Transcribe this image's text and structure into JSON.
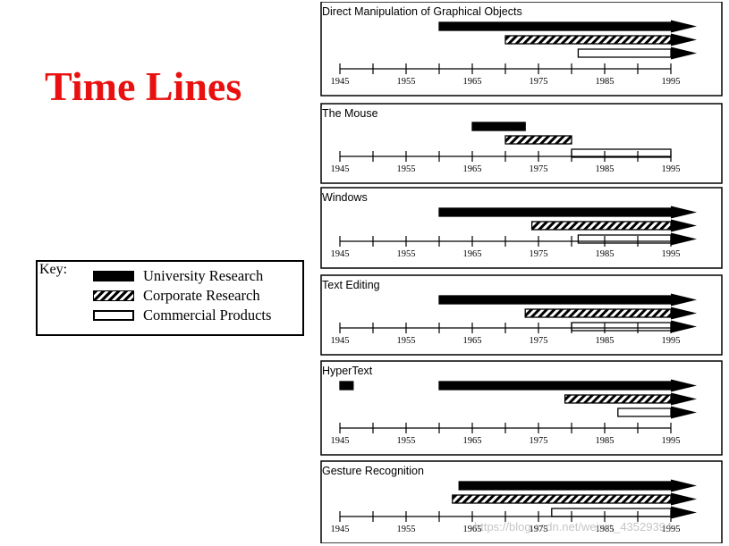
{
  "slide": {
    "title": "Time Lines"
  },
  "key": {
    "label": "Key:",
    "items": [
      {
        "label": "University Research",
        "type": "university"
      },
      {
        "label": "Corporate Research",
        "type": "corporate"
      },
      {
        "label": "Commercial Products",
        "type": "commercial"
      }
    ]
  },
  "watermark": "https://blog.csdn.net/weixin_43529394",
  "colors": {
    "title": "#e8110f",
    "university": "#000000",
    "corporate_stripe": "#000000",
    "commercial": "#ffffff"
  },
  "chart_data": [
    {
      "type": "timeline",
      "title": "Direct Manipulation of Graphical Objects",
      "xlim": [
        1945,
        1995
      ],
      "x_tick_labels": [
        "1945",
        "1955",
        "1965",
        "1975",
        "1985",
        "1995"
      ],
      "series": [
        {
          "category": "university",
          "start": 1960,
          "end": 1995,
          "continues": true
        },
        {
          "category": "corporate",
          "start": 1970,
          "end": 1995,
          "continues": true
        },
        {
          "category": "commercial",
          "start": 1981,
          "end": 1995,
          "continues": true
        }
      ]
    },
    {
      "type": "timeline",
      "title": "The Mouse",
      "xlim": [
        1945,
        1995
      ],
      "x_tick_labels": [
        "1945",
        "1955",
        "1965",
        "1975",
        "1985",
        "1995"
      ],
      "series": [
        {
          "category": "university",
          "start": 1965,
          "end": 1973,
          "continues": false
        },
        {
          "category": "corporate",
          "start": 1970,
          "end": 1980,
          "continues": false
        },
        {
          "category": "commercial",
          "start": 1980,
          "end": 1995,
          "continues": false
        }
      ]
    },
    {
      "type": "timeline",
      "title": "Windows",
      "xlim": [
        1945,
        1995
      ],
      "x_tick_labels": [
        "1945",
        "1955",
        "1965",
        "1975",
        "1985",
        "1995"
      ],
      "series": [
        {
          "category": "university",
          "start": 1960,
          "end": 1995,
          "continues": true
        },
        {
          "category": "corporate",
          "start": 1974,
          "end": 1995,
          "continues": true
        },
        {
          "category": "commercial",
          "start": 1981,
          "end": 1995,
          "continues": true
        }
      ]
    },
    {
      "type": "timeline",
      "title": "Text Editing",
      "xlim": [
        1945,
        1995
      ],
      "x_tick_labels": [
        "1945",
        "1955",
        "1965",
        "1975",
        "1985",
        "1995"
      ],
      "series": [
        {
          "category": "university",
          "start": 1960,
          "end": 1995,
          "continues": true
        },
        {
          "category": "corporate",
          "start": 1973,
          "end": 1995,
          "continues": true
        },
        {
          "category": "commercial",
          "start": 1980,
          "end": 1995,
          "continues": true
        }
      ]
    },
    {
      "type": "timeline",
      "title": "HyperText",
      "xlim": [
        1945,
        1995
      ],
      "x_tick_labels": [
        "1945",
        "1955",
        "1965",
        "1975",
        "1985",
        "1995"
      ],
      "series": [
        {
          "category": "university",
          "start": 1945,
          "end": 1947,
          "continues": false
        },
        {
          "category": "university",
          "start": 1960,
          "end": 1995,
          "continues": true
        },
        {
          "category": "corporate",
          "start": 1979,
          "end": 1995,
          "continues": true
        },
        {
          "category": "commercial",
          "start": 1987,
          "end": 1995,
          "continues": true
        }
      ]
    },
    {
      "type": "timeline",
      "title": "Gesture Recognition",
      "xlim": [
        1945,
        1995
      ],
      "x_tick_labels": [
        "1945",
        "1955",
        "1965",
        "1975",
        "1985",
        "1995"
      ],
      "series": [
        {
          "category": "university",
          "start": 1963,
          "end": 1995,
          "continues": true
        },
        {
          "category": "corporate",
          "start": 1962,
          "end": 1995,
          "continues": true
        },
        {
          "category": "commercial",
          "start": 1977,
          "end": 1995,
          "continues": true
        }
      ]
    }
  ]
}
